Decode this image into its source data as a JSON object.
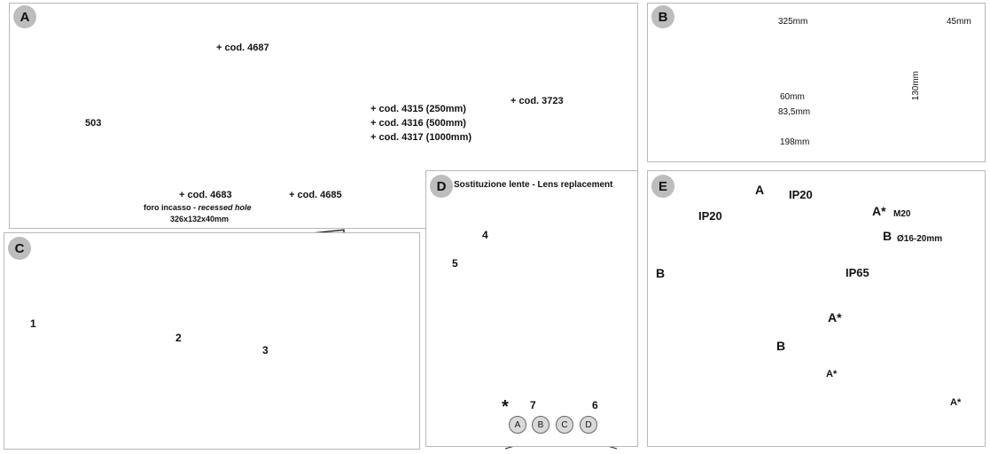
{
  "panels": {
    "A": {
      "badge": "A",
      "labels": {
        "cod_4687": "+ cod. 4687",
        "cod_503": "503",
        "cod_4315": "+ cod. 4315 (250mm)",
        "cod_4316": "+ cod. 4316 (500mm)",
        "cod_4317": "+ cod. 4317 (1000mm)",
        "cod_3723": "+ cod. 3723",
        "cod_4683": "+ cod. 4683",
        "hole_prefix": "foro incasso - ",
        "hole_italic": "recessed hole",
        "hole_size": "326x132x40mm",
        "cod_4685": "+ cod. 4685"
      }
    },
    "B": {
      "badge": "B",
      "dims": {
        "width": "325mm",
        "depth": "45mm",
        "height": "130mm",
        "d60": "60mm",
        "d835": "83,5mm",
        "d198": "198mm"
      }
    },
    "C": {
      "badge": "C",
      "steps": [
        "1",
        "2",
        "3"
      ]
    },
    "D": {
      "badge": "D",
      "title": "Sostituzione lente - Lens replacement",
      "steps": [
        "4",
        "5",
        "6",
        "7"
      ],
      "asterisk": "*",
      "circles": [
        "A",
        "B",
        "C",
        "D"
      ]
    },
    "E": {
      "badge": "E",
      "labels": {
        "a": "A",
        "ip20_top": "IP20",
        "ip20_left": "IP20",
        "a_star_m20": "A*",
        "m20": "M20",
        "b_right": "B",
        "b_size": "Ø16-20mm",
        "b_left": "B",
        "ip65": "IP65",
        "a_star_mid": "A*",
        "b_bottom": "B",
        "a_star_inset_left": "A*",
        "a_star_inset_right": "A*"
      }
    }
  }
}
